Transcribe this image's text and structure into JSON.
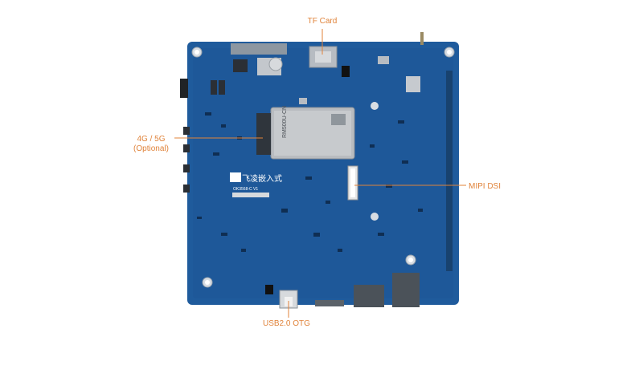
{
  "colors": {
    "callout_text": "#e0833a",
    "leader_line": "#e0833a",
    "board": "#1f5b9c",
    "board_dark": "#184b84",
    "module": "#b9bcc0",
    "silkscreen": "#ffffff"
  },
  "callouts": {
    "tf_card": "TF Card",
    "cellular_line1": "4G / 5G",
    "cellular_line2": "(Optional)",
    "mipi_dsi": "MIPI DSI",
    "usb_otg": "USB2.0 OTG"
  },
  "board": {
    "module_label": "RM500U-CN",
    "brand_text": "飞凌嵌入式",
    "model_text": "OK3568-C V1"
  }
}
